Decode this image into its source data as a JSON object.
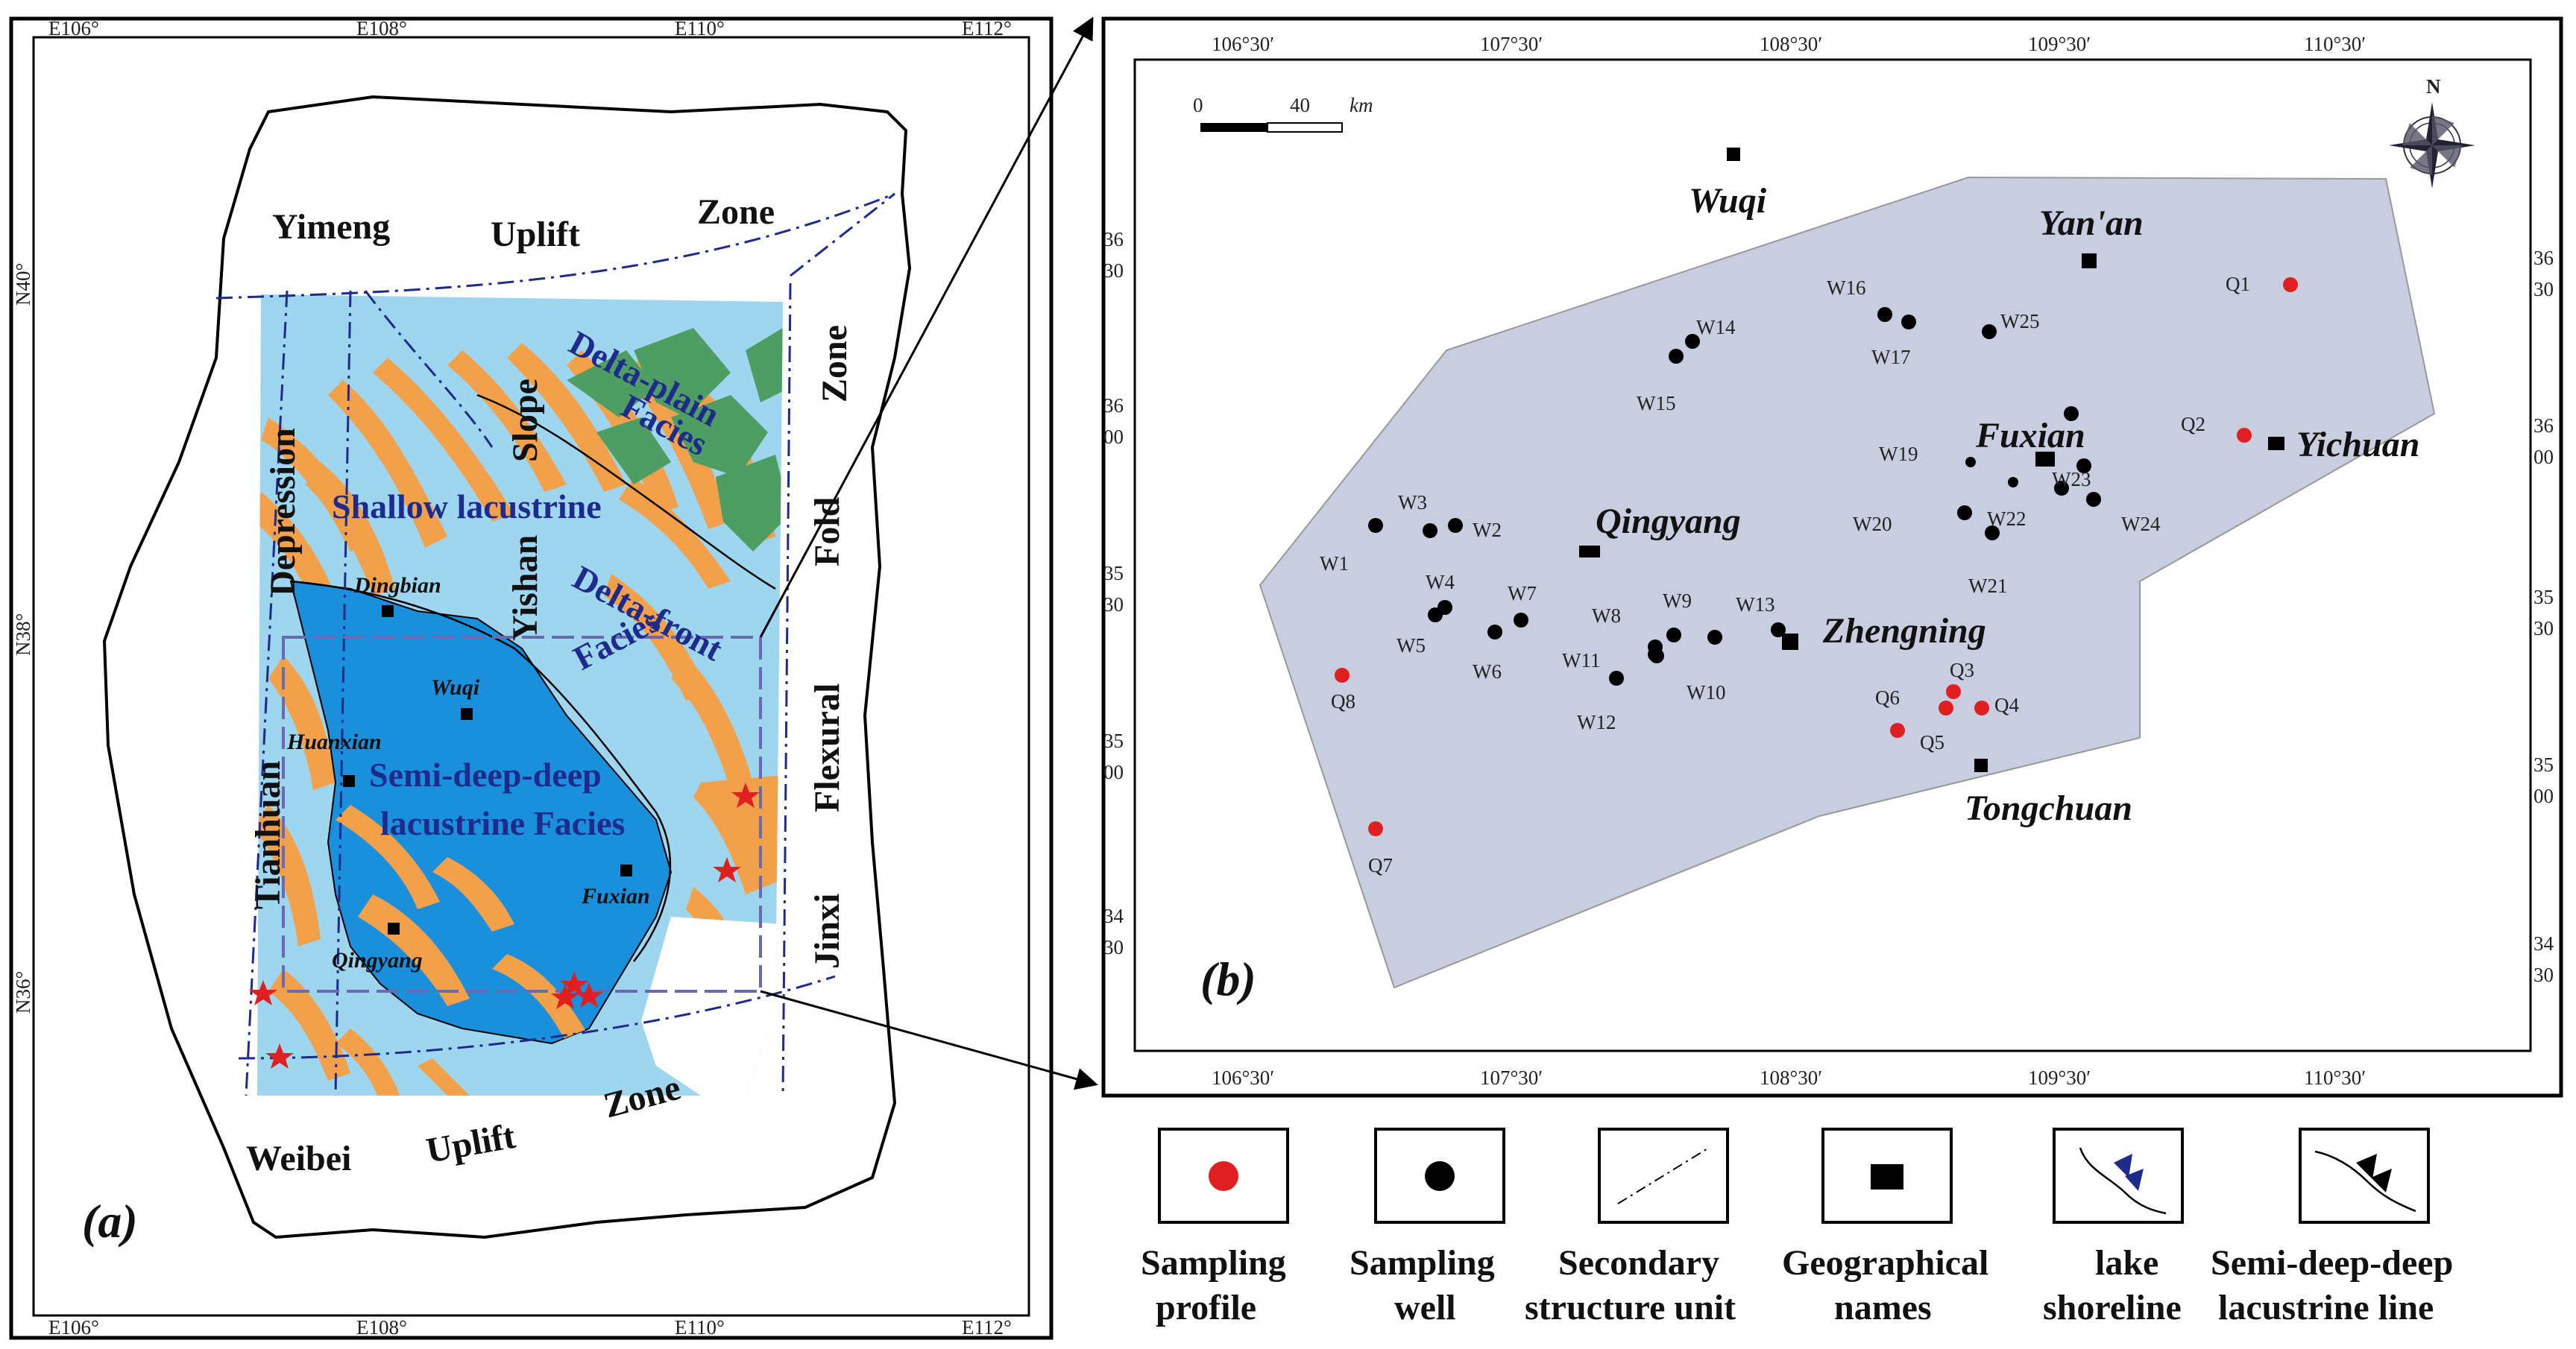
{
  "panel_a": {
    "label": "(a)",
    "grid_top": [
      "E106°",
      "E108°",
      "E110°",
      "E112°"
    ],
    "grid_bottom": [
      "E106°",
      "E108°",
      "E110°",
      "E112°"
    ],
    "grid_left": [
      "N40°",
      "N38°",
      "N36°"
    ],
    "regions": {
      "yimeng": "Yimeng",
      "uplift_n": "Uplift",
      "zone_n": "Zone",
      "zone_e": "Zone",
      "fold": "Fold",
      "flexural": "Flexural",
      "jinxi": "Jinxi",
      "weibei": "Weibei",
      "uplift_s": "Uplift",
      "zone_s": "Zone",
      "depression": "Depression",
      "tianhuan": "Tianhuan",
      "slope": "Slope",
      "yishan": "Yishan"
    },
    "facies": {
      "delta_plain": "Delta-plain",
      "delta_plain_2": "Facies",
      "shallow": "Shallow lacustrine",
      "delta_front": "Delta-front",
      "delta_front_2": "Facies",
      "semi_deep": "Semi-deep-deep",
      "semi_deep_2": "lacustrine Facies"
    },
    "places": {
      "dingbian": "Dingbian",
      "wuqi": "Wuqi",
      "huanxian": "Huanxian",
      "fuxian": "Fuxian",
      "qingyang": "Qingyang"
    },
    "colors": {
      "light_blue": "#9fd6ef",
      "deep_blue": "#1a8fdc",
      "orange": "#f2a04a",
      "green": "#4e9e63"
    }
  },
  "panel_b": {
    "label": "(b)",
    "lon_labels": [
      "106°30′",
      "107°30′",
      "108°30′",
      "109°30′",
      "110°30′"
    ],
    "lat_left": [
      [
        "36",
        "30"
      ],
      [
        "36",
        "00"
      ],
      [
        "35",
        "30"
      ],
      [
        "35",
        "00"
      ],
      [
        "34",
        "30"
      ]
    ],
    "lat_right": [
      [
        "36",
        "30"
      ],
      [
        "36",
        "00"
      ],
      [
        "35",
        "30"
      ],
      [
        "35",
        "00"
      ],
      [
        "34",
        "30"
      ]
    ],
    "scale": {
      "zero": "0",
      "value": "40",
      "unit": "km"
    },
    "north": "N",
    "places": [
      {
        "name": "Wuqi"
      },
      {
        "name": "Yan'an"
      },
      {
        "name": "Fuxian"
      },
      {
        "name": "Yichuan"
      },
      {
        "name": "Qingyang"
      },
      {
        "name": "Zhengning"
      },
      {
        "name": "Tongchuan"
      }
    ],
    "wells": [
      "W1",
      "W2",
      "W3",
      "W4",
      "W5",
      "W6",
      "W7",
      "W8",
      "W9",
      "W10",
      "W11",
      "W12",
      "W13",
      "W14",
      "W15",
      "W16",
      "W17",
      "W19",
      "W20",
      "W21",
      "W22",
      "W23",
      "W24",
      "W25"
    ],
    "profiles": [
      "Q1",
      "Q2",
      "Q3",
      "Q4",
      "Q5",
      "Q6",
      "Q7",
      "Q8"
    ],
    "region_color": "#c9cde0",
    "profile_color": "#e02020"
  },
  "legend": [
    {
      "line1": "Sampling",
      "line2": "profile"
    },
    {
      "line1": "Sampling",
      "line2": "well"
    },
    {
      "line1": "Secondary",
      "line2": "structure unit"
    },
    {
      "line1": "Geographical",
      "line2": "names"
    },
    {
      "line1": "lake",
      "line2": "shoreline"
    },
    {
      "line1": "Semi-deep-deep",
      "line2": "lacustrine line"
    }
  ]
}
